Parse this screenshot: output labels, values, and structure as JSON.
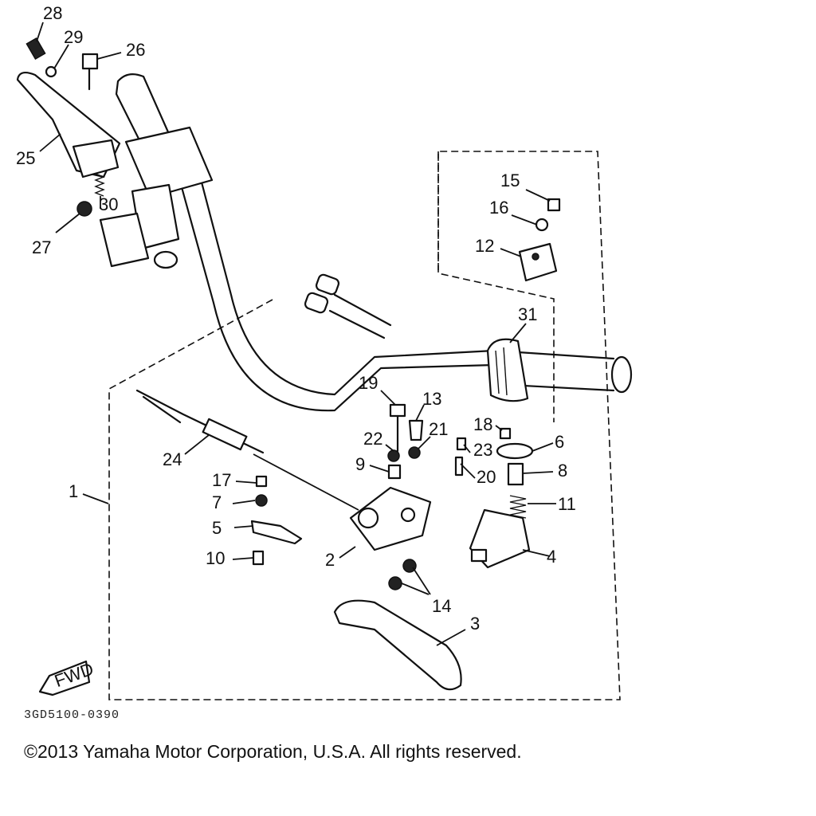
{
  "diagram": {
    "callouts": {
      "c1": "1",
      "c2": "2",
      "c3": "3",
      "c4": "4",
      "c5": "5",
      "c6": "6",
      "c7": "7",
      "c8": "8",
      "c9": "9",
      "c10": "10",
      "c11": "11",
      "c12": "12",
      "c13": "13",
      "c14": "14",
      "c15": "15",
      "c16": "16",
      "c17": "17",
      "c18": "18",
      "c19": "19",
      "c20": "20",
      "c21": "21",
      "c22": "22",
      "c23": "23",
      "c24": "24",
      "c25": "25",
      "c26": "26",
      "c27": "27",
      "c28": "28",
      "c29": "29",
      "c30": "30",
      "c31": "31"
    },
    "fwd_label": "FWD",
    "diagram_code": "3GD5100-0390"
  },
  "footer": {
    "copyright": "©2013 Yamaha Motor Corporation, U.S.A. All rights reserved."
  }
}
